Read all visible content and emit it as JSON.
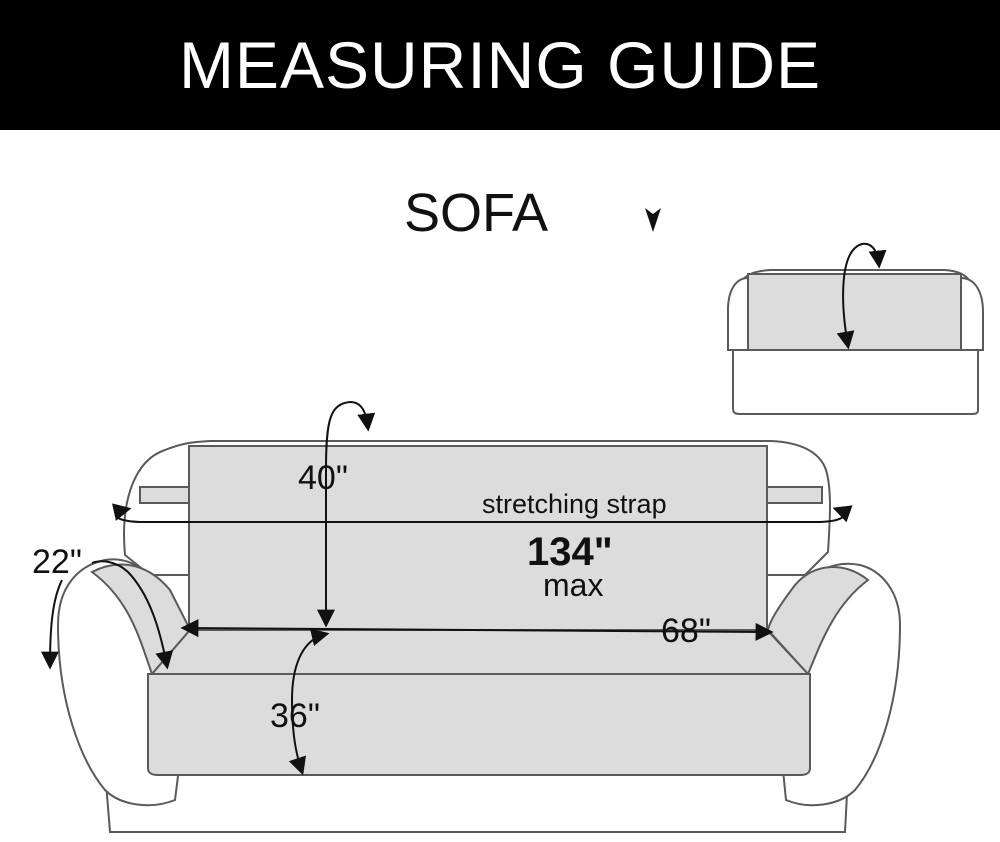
{
  "header": {
    "title": "MEASURING GUIDE"
  },
  "section": {
    "label": "SOFA"
  },
  "measurements": {
    "back_height": "40\"",
    "arm_depth": "22\"",
    "seat_depth": "36\"",
    "seat_width": "68\"",
    "strap_label": "stretching strap",
    "max_value": "134\"",
    "max_unit": "max"
  },
  "colors": {
    "fill": "#dcdcdc",
    "outline": "#5a5a5a",
    "banner": "#000000"
  }
}
